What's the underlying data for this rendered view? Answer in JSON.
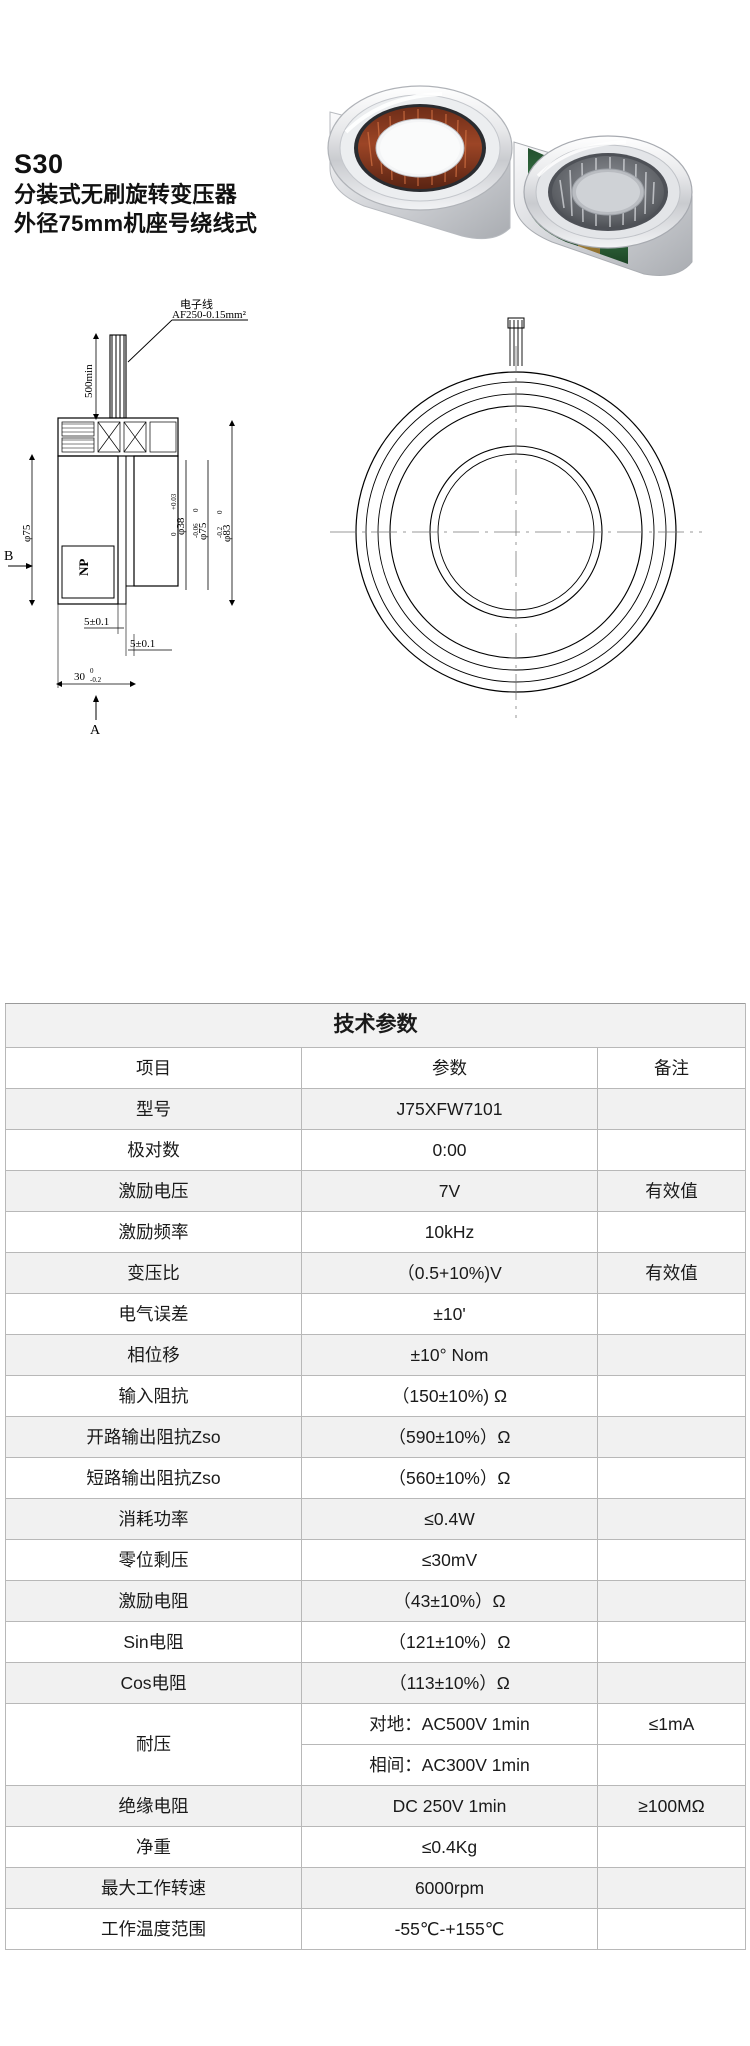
{
  "header": {
    "model_code": "S30",
    "subtitle_line1": "分装式无刷旋转变压器",
    "subtitle_line2": "外径75mm机座号绕线式"
  },
  "drawing": {
    "wire_label_line1": "电子线",
    "wire_label_line2": "AF250-0.15mm²",
    "wire_length": "500min",
    "dim_outer": "φ75",
    "dim_bore_main": "φ38",
    "dim_bore_tol_upper": "+0.03",
    "dim_bore_tol_lower": "0",
    "dim_stator": "φ75",
    "dim_stator_tol_upper": "0",
    "dim_stator_tol_lower": "-0.06",
    "dim_flange": "φ83",
    "dim_flange_tol_upper": "0",
    "dim_flange_tol_lower": "-0.2",
    "dim_step_1": "5±0.1",
    "dim_step_2": "5±0.1",
    "dim_total_len": "30",
    "dim_total_len_tol_upper": "0",
    "dim_total_len_tol_lower": "-0.2",
    "section_mark_a": "A",
    "section_mark_b": "B",
    "body_mark": "NP"
  },
  "table": {
    "title": "技术参数",
    "columns": [
      "项目",
      "参数",
      "备注"
    ],
    "rows": [
      {
        "item": "型号",
        "value": "J75XFW7101",
        "note": ""
      },
      {
        "item": "极对数",
        "value": "0:00",
        "note": ""
      },
      {
        "item": "激励电压",
        "value": "7V",
        "note": "有效值"
      },
      {
        "item": "激励频率",
        "value": "10kHz",
        "note": ""
      },
      {
        "item": "变压比",
        "value": "（0.5+10%)V",
        "note": "有效值"
      },
      {
        "item": "电气误差",
        "value": "±10'",
        "note": ""
      },
      {
        "item": "相位移",
        "value": "±10° Nom",
        "note": ""
      },
      {
        "item": "输入阻抗",
        "value": "（150±10%) Ω",
        "note": ""
      },
      {
        "item": "开路输出阻抗Zso",
        "value": "（590±10%）Ω",
        "note": ""
      },
      {
        "item": "短路输出阻抗Zso",
        "value": "（560±10%）Ω",
        "note": ""
      },
      {
        "item": "消耗功率",
        "value": "≤0.4W",
        "note": ""
      },
      {
        "item": "零位剩压",
        "value": "≤30mV",
        "note": ""
      },
      {
        "item": "激励电阻",
        "value": "（43±10%）Ω",
        "note": ""
      },
      {
        "item": "Sin电阻",
        "value": "（121±10%）Ω",
        "note": ""
      },
      {
        "item": "Cos电阻",
        "value": "（113±10%）Ω",
        "note": ""
      }
    ],
    "withstand": {
      "item": "耐压",
      "value_1": "对地：AC500V 1min",
      "note_1": "≤1mA",
      "value_2": "相间：AC300V 1min",
      "note_2": ""
    },
    "rows_tail": [
      {
        "item": "绝缘电阻",
        "value": "DC 250V 1min",
        "note": "≥100MΩ"
      },
      {
        "item": "净重",
        "value": "≤0.4Kg",
        "note": ""
      },
      {
        "item": "最大工作转速",
        "value": "6000rpm",
        "note": ""
      },
      {
        "item": "工作温度范围",
        "value": "-55℃-+155℃",
        "note": ""
      }
    ]
  },
  "colors": {
    "border": "#b8b8b8",
    "alt_row": "#f1f1f1",
    "text": "#1a1a1a",
    "photo_ring_outer": "#d9dadc",
    "photo_copper": "#8c3b22",
    "photo_green": "#2f6b3c"
  }
}
